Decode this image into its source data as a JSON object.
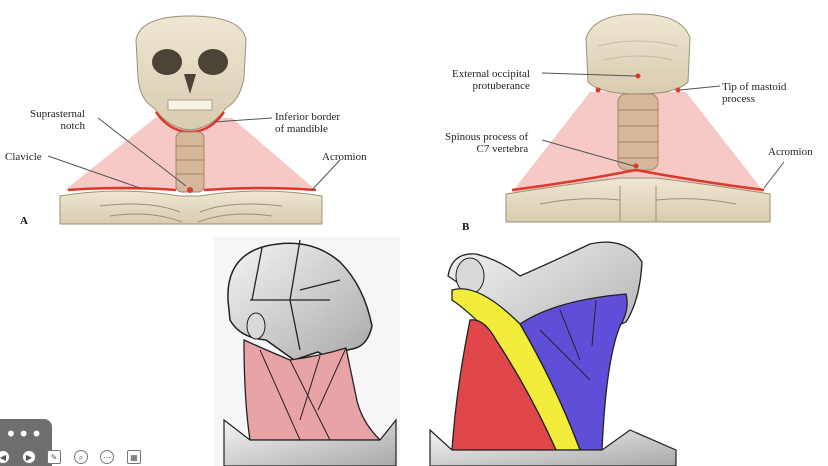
{
  "panel_a": {
    "letter": "A",
    "labels": {
      "suprasternal_notch": "Suprasternal\nnotch",
      "inferior_border": "Inferior border\nof mandible",
      "clavicle": "Clavicle",
      "acromion": "Acromion"
    }
  },
  "panel_b": {
    "letter": "B",
    "labels": {
      "external_occipital": "External occipital\nprotuberance",
      "tip_mastoid": "Tip of mastoid\nprocess",
      "spinous_process": "Spinous process of\nC7 vertebra",
      "acromion": "Acromion"
    }
  },
  "colors": {
    "landmark_line": "#d93a2b",
    "neck_region": "#f3b7b4",
    "muscle_pink": "#e8a3a6",
    "triangle_red": "#e0474a",
    "triangle_yellow": "#f2ec3a",
    "triangle_blue": "#5f4fd8"
  },
  "toolbar": {
    "more_label": "•••",
    "icons": [
      "previous-icon",
      "play-icon",
      "pen-icon",
      "zoom-icon",
      "menu-icon",
      "slides-icon"
    ]
  }
}
